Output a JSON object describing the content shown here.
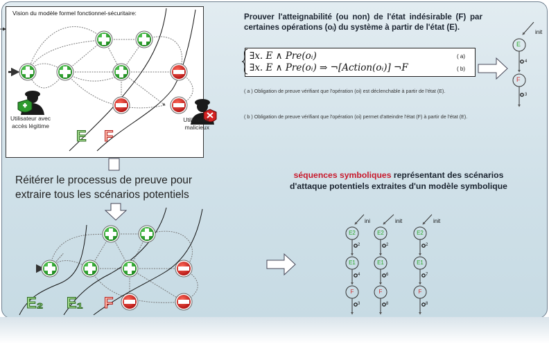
{
  "vision_title": "Vision du modèle formel fonctionnel-sécuritaire:",
  "user_legit": [
    "Utilisateur avec",
    "accès légitime"
  ],
  "user_malicious": [
    "Utilisateur",
    "malicieux"
  ],
  "label_E": "E",
  "label_F": "F",
  "label_E1": "E₁",
  "label_E2": "E₂",
  "prouver_text": "Prouver l'atteignabilité (ou non) de l'état indésirable (F) par certaines opérations (oᵢ) du système à partir de l'état (E).",
  "eq_a": "∃x. E ∧ Pre(oᵢ)",
  "eq_b": "∃x. E ∧ Pre(oᵢ) ⇒ ¬[Action(oᵢ)] ¬F",
  "eq_tag_a": "( a)",
  "eq_tag_b": "( b)",
  "note_a": "( a ) Obligation de preuve vérifiant que l'opération (oi) est déclenchable à partir de l'état (E).",
  "note_b": "( b ) Obligation de preuve vérifiant que l'opération (oi) permet d'atteindre l'état (F) à partir de l'état (E).",
  "reiterer_text": "Réitérer le processus de preuve pour extraire tous les scénarios potentiels",
  "seq_title_red": "séquences symboliques",
  "seq_title_rest": " représentant des scénarios d'attaque potentiels extraites d'un modèle symbolique",
  "init_label": "init",
  "ini_label": "ini",
  "single_seq": {
    "states": [
      "E",
      "F"
    ],
    "ops": [
      "4",
      "3"
    ]
  },
  "sequences": [
    {
      "states": [
        "E2",
        "E1",
        "F"
      ],
      "ops": [
        "2",
        "4",
        "3"
      ]
    },
    {
      "states": [
        "E2",
        "E1",
        "F"
      ],
      "ops": [
        "2",
        "6",
        "8"
      ]
    },
    {
      "states": [
        "E2",
        "E1",
        "F"
      ],
      "ops": [
        "2",
        "7",
        "8"
      ]
    }
  ],
  "colors": {
    "ok": "#1c8c1c",
    "bad": "#d01e1e",
    "accent_red": "#c8192c",
    "e_state": "#2aa82a",
    "f_state": "#d32b2b"
  }
}
